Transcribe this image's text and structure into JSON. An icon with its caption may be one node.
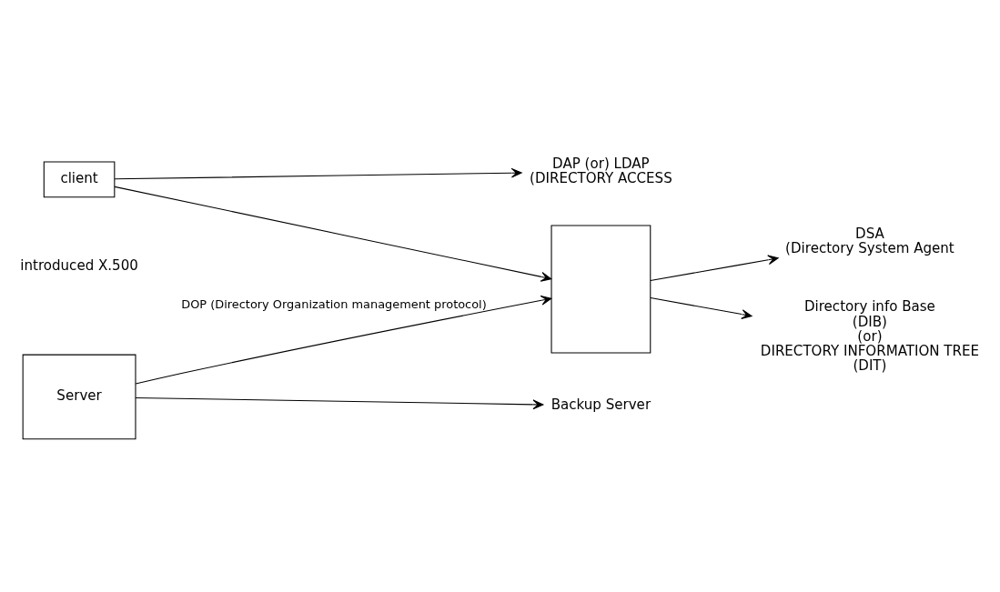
{
  "diagram": {
    "nodes": [
      {
        "text": [
          "Server"
        ]
      },
      {
        "text": [
          "Backup Server"
        ]
      },
      {
        "text": [],
        "shape": "box"
      },
      {
        "text": [
          "DSA",
          "(Directory System Agent"
        ]
      },
      {
        "text": [
          "Directory info Base",
          "(DIB)",
          "(or)",
          "DIRECTORY INFORMATION TREE",
          "(DIT)"
        ]
      },
      {
        "text": [
          "client"
        ]
      },
      {
        "text": [
          "DAP (or) LDAP",
          "(DIRECTORY ACCESS"
        ]
      }
    ],
    "edges": [
      {
        "from": 0,
        "to": 1,
        "arrow": "to"
      },
      {
        "from": 0,
        "to": 2,
        "arrow": "to",
        "label": "DOP (Directory Organization management protocol)"
      },
      {
        "from": 2,
        "to": 3,
        "arrow": "to"
      },
      {
        "from": 2,
        "to": 4,
        "arrow": "to"
      },
      {
        "from": 5,
        "to": 2,
        "arrow": "to"
      },
      {
        "from": 5,
        "to": 6,
        "arrow": "to"
      }
    ],
    "labels": [
      "introduced X.500"
    ]
  }
}
